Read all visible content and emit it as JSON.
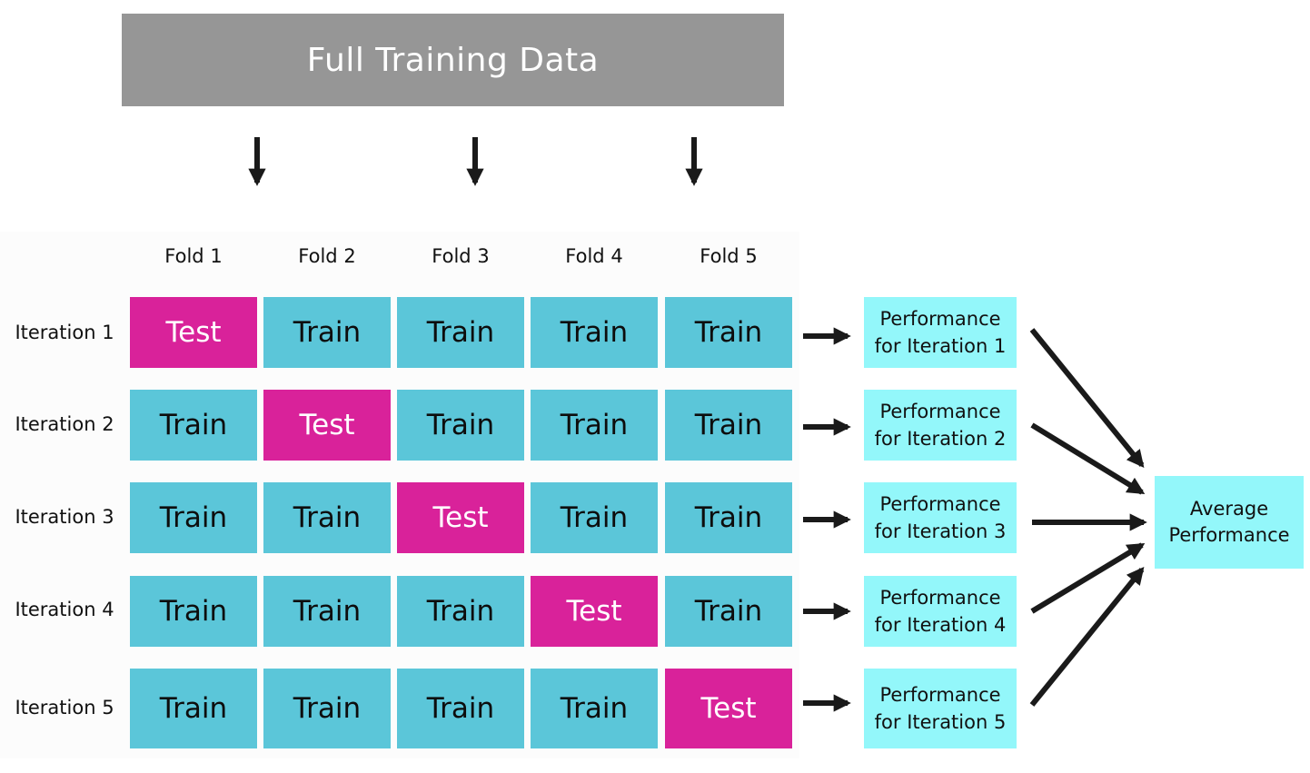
{
  "banner": {
    "label": "Full Training Data"
  },
  "folds": [
    "Fold 1",
    "Fold 2",
    "Fold 3",
    "Fold 4",
    "Fold 5"
  ],
  "iterations": [
    {
      "label": "Iteration 1",
      "cells": [
        "Test",
        "Train",
        "Train",
        "Train",
        "Train"
      ],
      "perf_line1": "Performance",
      "perf_line2": "for Iteration 1"
    },
    {
      "label": "Iteration 2",
      "cells": [
        "Train",
        "Test",
        "Train",
        "Train",
        "Train"
      ],
      "perf_line1": "Performance",
      "perf_line2": "for Iteration 2"
    },
    {
      "label": "Iteration 3",
      "cells": [
        "Train",
        "Train",
        "Test",
        "Train",
        "Train"
      ],
      "perf_line1": "Performance",
      "perf_line2": "for Iteration 3"
    },
    {
      "label": "Iteration 4",
      "cells": [
        "Train",
        "Train",
        "Train",
        "Test",
        "Train"
      ],
      "perf_line1": "Performance",
      "perf_line2": "for Iteration 4"
    },
    {
      "label": "Iteration 5",
      "cells": [
        "Train",
        "Train",
        "Train",
        "Train",
        "Test"
      ],
      "perf_line1": "Performance",
      "perf_line2": "for Iteration 5"
    }
  ],
  "average": {
    "line1": "Average",
    "line2": "Performance"
  },
  "colors": {
    "banner": "#969696",
    "train": "#5bc6d9",
    "test": "#d9229a",
    "performance": "#93f7fa",
    "arrow": "#1a1a1a"
  }
}
